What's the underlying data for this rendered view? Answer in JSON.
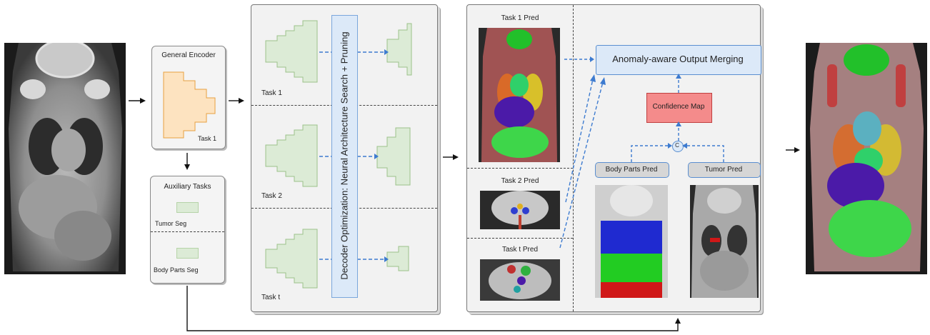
{
  "encoder": {
    "title": "General Encoder",
    "task": "Task 1"
  },
  "auxiliary": {
    "title": "Auxiliary Tasks",
    "task_a": "Tumor Seg",
    "task_b": "Body Parts Seg"
  },
  "decoders": {
    "vertical_label": "Decoder Optimization: Neural Architecture Search + Pruning",
    "tasks": [
      "Task 1",
      "Task 2",
      "Task t"
    ]
  },
  "predictions": {
    "task1": "Task 1 Pred",
    "task2": "Task 2 Pred",
    "taskt": "Task t Pred"
  },
  "merging": {
    "title": "Anomaly-aware Output Merging",
    "confidence": "Confidence Map",
    "concat_symbol": "C",
    "body_parts": "Body Parts Pred",
    "tumor": "Tumor Pred"
  },
  "colors": {
    "encoder_fill": "#fde3c0",
    "encoder_stroke": "#e8a040",
    "decoder_fill": "#dcebd6",
    "decoder_stroke": "#9cc28a",
    "arrow_blue": "#3d7bd0",
    "merge_fill": "#dce9f8",
    "confidence_fill": "#f48b8b",
    "nas_fill": "#dce9f8"
  }
}
